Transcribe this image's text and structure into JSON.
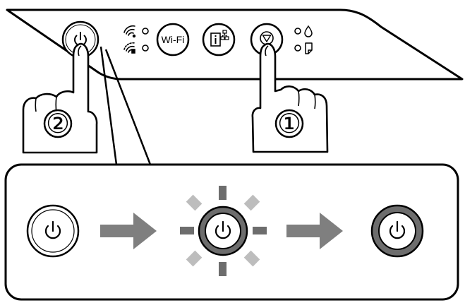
{
  "control_panel": {
    "wifi_button_label": "Wi-Fi",
    "buttons": [
      {
        "name": "power",
        "icon": "power-icon"
      },
      {
        "name": "wifi",
        "icon": "wifi-text-icon"
      },
      {
        "name": "info",
        "icon": "network-status-icon"
      },
      {
        "name": "stop",
        "icon": "stop-icon"
      }
    ],
    "indicators": [
      "wifi-status-light",
      "wifi-direct-status-light",
      "ink-light",
      "paper-light"
    ]
  },
  "steps": {
    "step1_label": "①",
    "step2_label": "②"
  },
  "sequence": {
    "states": [
      "off",
      "flashing",
      "on"
    ],
    "arrow_count": 2
  },
  "colors": {
    "outline": "#000000",
    "ring_gray": "#6d6d6d",
    "arrow_gray": "#7f7f7f",
    "flash_ray_dark": "#6d6d6d",
    "flash_ray_light": "#bdbdbd"
  }
}
